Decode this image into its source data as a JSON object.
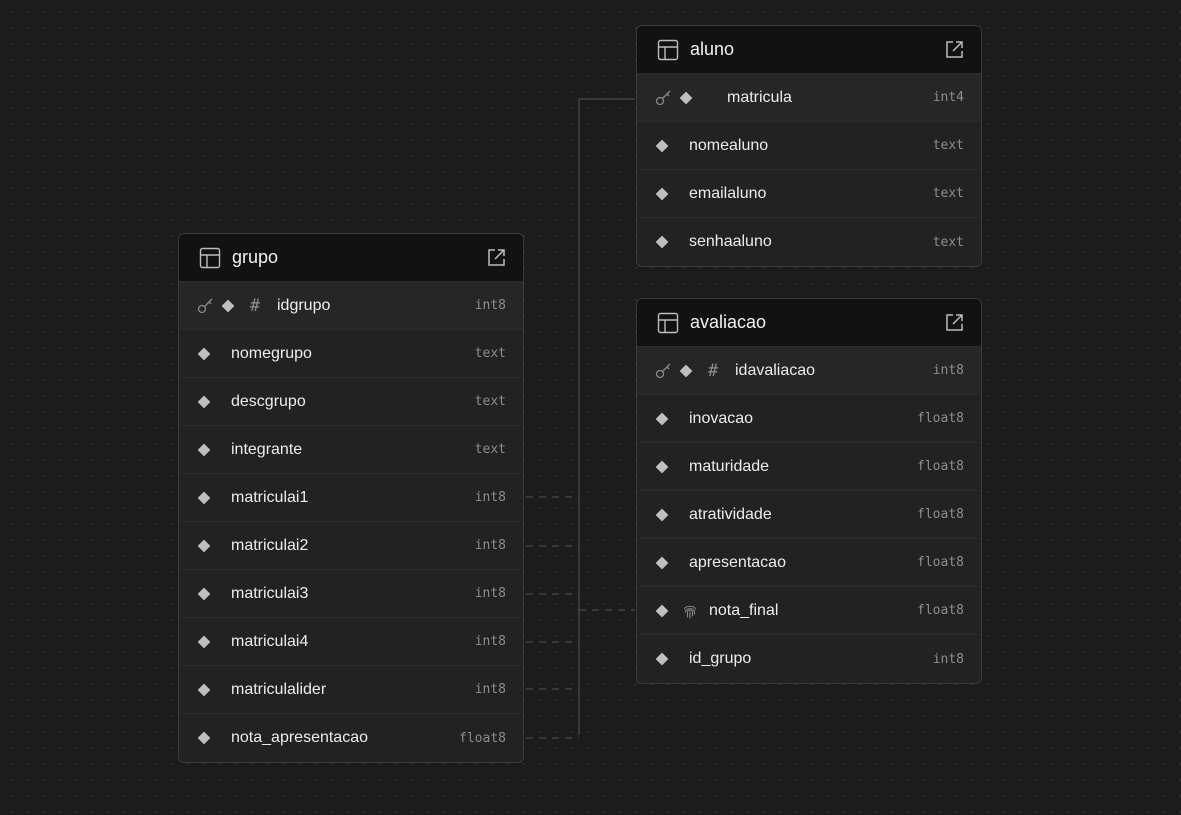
{
  "colors": {
    "canvas_bg": "#1c1c1c",
    "card_bg": "#1f1f1f",
    "header_bg": "#121212",
    "border": "#3a3a3a",
    "text": "#ededed",
    "muted": "#8d8d8d",
    "connector": "#555555"
  },
  "icons": {
    "table": "table-icon",
    "open": "external-link-icon",
    "primary_key": "key-icon",
    "nullable": "diamond-icon",
    "identity": "hash-icon",
    "computed": "fingerprint-icon"
  },
  "tables": {
    "aluno": {
      "name": "aluno",
      "columns": [
        {
          "name": "matricula",
          "type": "int4"
        },
        {
          "name": "nomealuno",
          "type": "text"
        },
        {
          "name": "emailaluno",
          "type": "text"
        },
        {
          "name": "senhaaluno",
          "type": "text"
        }
      ]
    },
    "grupo": {
      "name": "grupo",
      "columns": [
        {
          "name": "idgrupo",
          "type": "int8",
          "identity_symbol": "#"
        },
        {
          "name": "nomegrupo",
          "type": "text"
        },
        {
          "name": "descgrupo",
          "type": "text"
        },
        {
          "name": "integrante",
          "type": "text"
        },
        {
          "name": "matriculai1",
          "type": "int8"
        },
        {
          "name": "matriculai2",
          "type": "int8"
        },
        {
          "name": "matriculai3",
          "type": "int8"
        },
        {
          "name": "matriculai4",
          "type": "int8"
        },
        {
          "name": "matriculalider",
          "type": "int8"
        },
        {
          "name": "nota_apresentacao",
          "type": "float8"
        }
      ]
    },
    "avaliacao": {
      "name": "avaliacao",
      "columns": [
        {
          "name": "idavaliacao",
          "type": "int8",
          "identity_symbol": "#"
        },
        {
          "name": "inovacao",
          "type": "float8"
        },
        {
          "name": "maturidade",
          "type": "float8"
        },
        {
          "name": "atratividade",
          "type": "float8"
        },
        {
          "name": "apresentacao",
          "type": "float8"
        },
        {
          "name": "nota_final",
          "type": "float8"
        },
        {
          "name": "id_grupo",
          "type": "int8"
        }
      ]
    }
  },
  "relationships": [
    {
      "from": "grupo.matriculai1",
      "to": "aluno.matricula"
    },
    {
      "from": "grupo.matriculai2",
      "to": "aluno.matricula"
    },
    {
      "from": "grupo.matriculai3",
      "to": "aluno.matricula"
    },
    {
      "from": "grupo.matriculai4",
      "to": "aluno.matricula"
    },
    {
      "from": "grupo.matriculalider",
      "to": "aluno.matricula"
    },
    {
      "from": "grupo.nota_apresentacao",
      "to": "avaliacao.nota_final"
    }
  ]
}
